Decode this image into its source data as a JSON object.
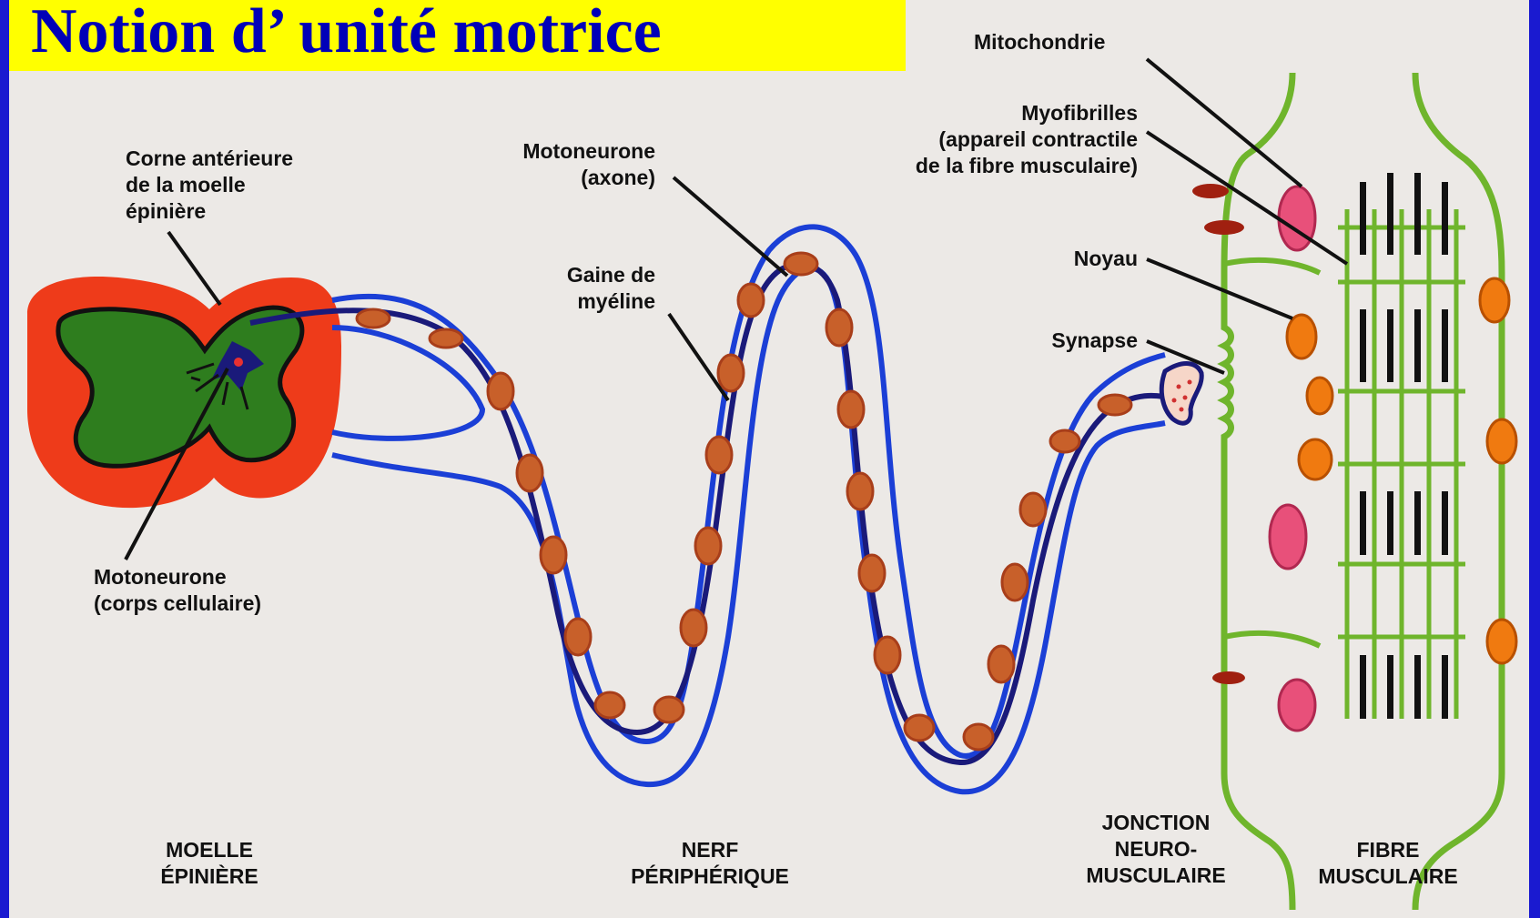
{
  "title": "Notion d’ unité motrice",
  "labels": {
    "corne": [
      "Corne antérieure",
      "de la moelle",
      "épinière"
    ],
    "motoneurone_corps": [
      "Motoneurone",
      "(corps cellulaire)"
    ],
    "motoneurone_axone": [
      "Motoneurone",
      "(axone)"
    ],
    "gaine": [
      "Gaine de",
      "myéline"
    ],
    "mitochondrie": "Mitochondrie",
    "myofibrilles": [
      "Myofibrilles",
      "(appareil contractile",
      "de la fibre musculaire)"
    ],
    "noyau": "Noyau",
    "synapse": "Synapse"
  },
  "sections": {
    "moelle": [
      "MOELLE",
      "ÉPINIÈRE"
    ],
    "nerf": [
      "NERF",
      "PÉRIPHÉRIQUE"
    ],
    "jonction": [
      "JONCTION",
      "NEURO-",
      "MUSCULAIRE"
    ],
    "fibre": [
      "FIBRE",
      "MUSCULAIRE"
    ]
  },
  "colors": {
    "background_frame": "#1a1ad0",
    "title_bg": "#ffff00",
    "title_text": "#0000b8",
    "grey_matter": "#2e7d1e",
    "white_matter": "#ee3b1a",
    "nerve_sheath": "#1b3fd6",
    "axon": "#1a1a7a",
    "myelin": "#c8602a",
    "muscle_outline": "#6fb52c",
    "mitochondria": "#e8507a",
    "nucleus": "#f07a10"
  }
}
